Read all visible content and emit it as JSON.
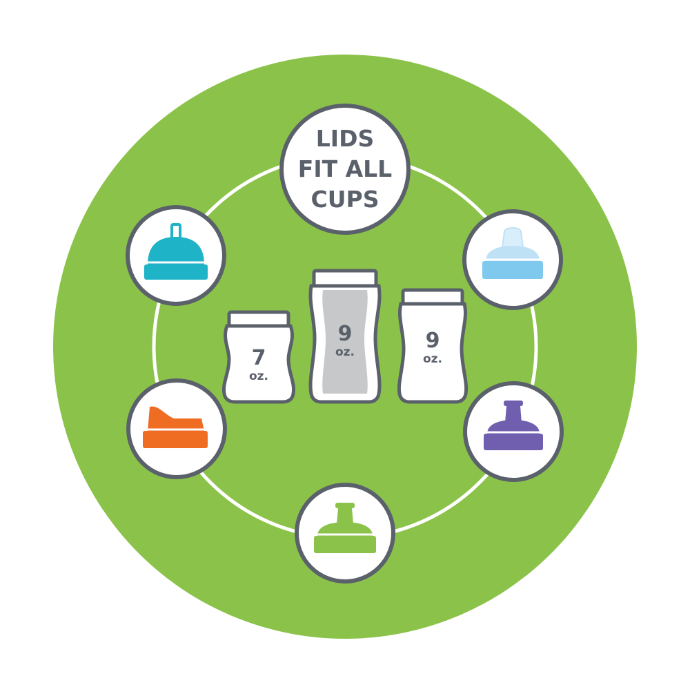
{
  "headline": {
    "line1": "LIDS",
    "line2": "FIT ALL",
    "line3": "CUPS"
  },
  "cups": [
    {
      "amount": "7",
      "unit": "oz."
    },
    {
      "amount": "9",
      "unit": "oz."
    },
    {
      "amount": "9",
      "unit": "oz."
    }
  ],
  "lids": [
    {
      "icon": "straw-lid-icon",
      "color": "#1fb3c7"
    },
    {
      "icon": "soft-spout-lid-icon",
      "color": "#7fc9ee"
    },
    {
      "icon": "spout-lid-icon",
      "color": "#6f5fae"
    },
    {
      "icon": "sport-spout-lid-icon",
      "color": "#8bc34a"
    },
    {
      "icon": "flip-spout-lid-icon",
      "color": "#ef6c23"
    }
  ],
  "colors": {
    "background_circle": "#8bc34a",
    "ring": "#ffffff",
    "outline": "#5b616b",
    "cup_fill": "#ffffff",
    "cup_highlight": "#c7c8ca"
  }
}
